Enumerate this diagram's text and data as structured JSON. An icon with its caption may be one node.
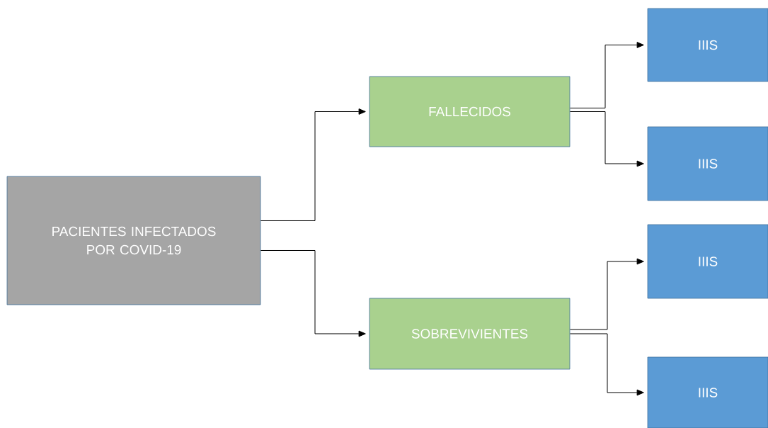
{
  "diagram": {
    "nodes": [
      {
        "text": [
          "PACIENTES INFECTADOS POR COVID-19"
        ]
      },
      {
        "text": [
          "FALLECIDOS"
        ]
      },
      {
        "text": [
          "IIIS"
        ]
      },
      {
        "text": [
          "IIIS"
        ]
      },
      {
        "text": [
          "SOBREVIVIENTES"
        ]
      },
      {
        "text": [
          "IIIS"
        ]
      },
      {
        "text": [
          "IIIS"
        ]
      }
    ],
    "edges": [
      {
        "from": 0,
        "to": 1,
        "arrow": "to"
      },
      {
        "from": 0,
        "to": 4,
        "arrow": "to"
      },
      {
        "from": 1,
        "to": 2,
        "arrow": "to"
      },
      {
        "from": 1,
        "to": 3,
        "arrow": "to"
      },
      {
        "from": 4,
        "to": 5,
        "arrow": "to"
      },
      {
        "from": 4,
        "to": 6,
        "arrow": "to"
      }
    ]
  }
}
